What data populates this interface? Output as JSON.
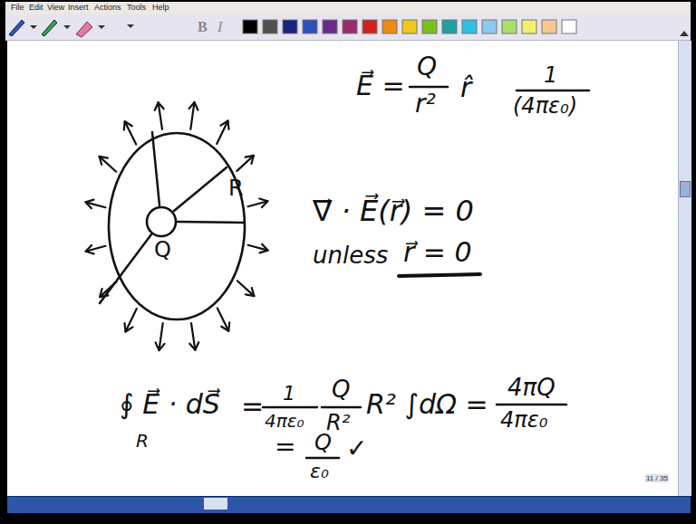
{
  "diagram": {
    "nodes": [
      {
        "text": [
          "R"
        ]
      },
      {
        "text": [
          "Q"
        ],
        "in": 0
      }
    ],
    "labels": [
      "File",
      "Edit",
      "View",
      "Insert",
      "Actions",
      "Tools",
      "Help",
      "B",
      "I",
      "E⃗ =",
      "Q",
      "r²",
      "r̂",
      "1",
      "(4πε₀)",
      "∇⃗ · E⃗(r⃗) = 0",
      "unless",
      "r⃗ = 0",
      "∮ E⃗ · dS⃗",
      "R",
      "=",
      "1",
      "4πε₀",
      "Q",
      "R²",
      "R² ∫dΩ =",
      "4πQ",
      "4πε₀",
      "=",
      "Q",
      "ε₀",
      "✓",
      "11 / 35"
    ]
  }
}
